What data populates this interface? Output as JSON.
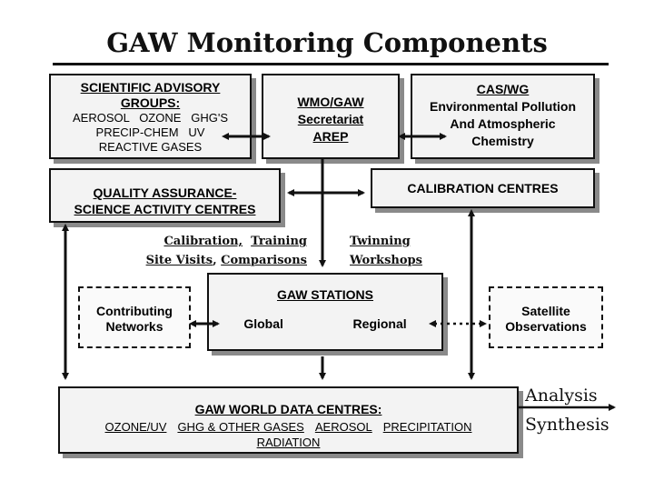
{
  "title": "GAW Monitoring Components",
  "scientific_advisory": {
    "heading_line1": "SCIENTIFIC ADVISORY",
    "heading_line2": "GROUPS:",
    "line1": "AEROSOL   OZONE   GHG'S",
    "line2": "PRECIP-CHEM   UV",
    "line3": "REACTIVE GASES"
  },
  "wmo": {
    "line1": "WMO/GAW",
    "line2": "Secretariat",
    "line3": "AREP"
  },
  "cas": {
    "line1": "CAS/WG",
    "line2": "Environmental Pollution",
    "line3": "And Atmospheric",
    "line4": "Chemistry"
  },
  "quality_assurance": {
    "line1": "QUALITY ASSURANCE-",
    "line2": "SCIENCE ACTIVITY CENTRES"
  },
  "calibration_centres": "CALIBRATION CENTRES",
  "calibration_training": {
    "calibration": "Calibration,",
    "training": "Training",
    "site_visits": "Site Visits",
    "comparisons": "Comparisons"
  },
  "twinning": {
    "twinning": "Twinning",
    "workshops": "Workshops"
  },
  "gaw_stations": {
    "heading": "GAW STATIONS",
    "global": "Global",
    "regional": "Regional"
  },
  "contributing_networks": {
    "line1": "Contributing",
    "line2": "Networks"
  },
  "satellite": {
    "line1": "Satellite",
    "line2": "Observations"
  },
  "world_data_centres": {
    "heading": "GAW WORLD DATA CENTRES:",
    "items": [
      "OZONE/UV",
      "GHG & OTHER GASES",
      "AEROSOL",
      "PRECIPITATION"
    ],
    "item_last": "RADIATION"
  },
  "analysis": "Analysis",
  "synthesis": "Synthesis"
}
